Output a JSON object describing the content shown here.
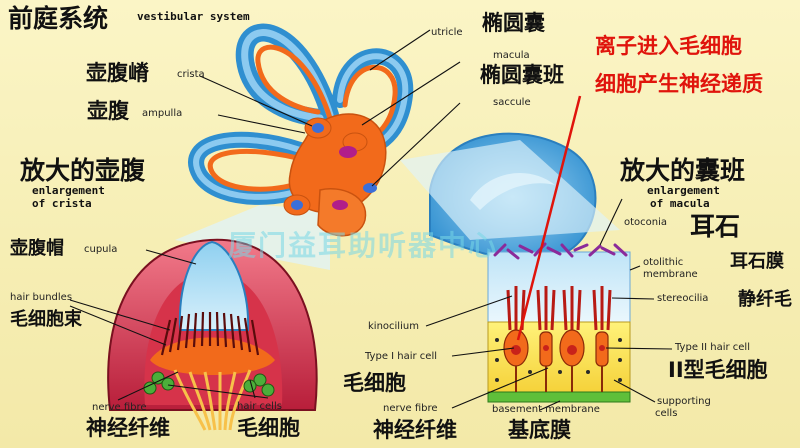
{
  "colors": {
    "background": "#f8f0b8",
    "canal_blue": "#3aa0dc",
    "organ_orange": "#f26a1b",
    "hair_red": "#b81a14",
    "annotation_red": "#e0140c"
  },
  "title": {
    "cn": "前庭系统",
    "en": "vestibular system"
  },
  "watermark": "厦门益耳助听器中心",
  "annotation": {
    "line1": "离子进入毛细胞",
    "line2": "细胞产生神经递质"
  },
  "top_labels": {
    "utricle_en": "utricle",
    "utricle_cn": "椭圆囊",
    "macula_en": "macula",
    "macula_cn": "椭圆囊班",
    "saccule_en": "saccule",
    "crista_en": "crista",
    "crista_cn": "壶腹嵴",
    "ampulla_en": "ampulla",
    "ampulla_cn": "壶腹"
  },
  "left_panel": {
    "title_cn": "放大的壶腹",
    "title_en_1": "enlargement",
    "title_en_2": "of crista",
    "cupula_cn": "壶腹帽",
    "cupula_en": "cupula",
    "hair_bundles_en": "hair bundles",
    "hair_bundles_cn": "毛细胞束",
    "nerve_en": "nerve fibre",
    "nerve_cn": "神经纤维",
    "hair_cells_en": "hair cells",
    "hair_cells_cn": "毛细胞"
  },
  "right_panel": {
    "title_cn": "放大的囊班",
    "title_en_1": "enlargement",
    "title_en_2": "of macula",
    "otoconia_en": "otoconia",
    "otoconia_cn": "耳石",
    "otolithic_en_1": "otolithic",
    "otolithic_en_2": "membrane",
    "otolithic_cn": "耳石膜",
    "stereocilia_en": "stereocilia",
    "stereocilia_cn": "静纤毛",
    "kinocilium_en": "kinocilium",
    "type1_en": "Type I hair cell",
    "type1_cn": "毛细胞",
    "type2_en": "Type II hair cell",
    "type2_cn": "II型毛细胞",
    "nerve_en": "nerve fibre",
    "nerve_cn": "神经纤维",
    "basement_en": "basement membrane",
    "basement_cn": "基底膜",
    "supporting_en_1": "supporting",
    "supporting_en_2": "cells"
  }
}
